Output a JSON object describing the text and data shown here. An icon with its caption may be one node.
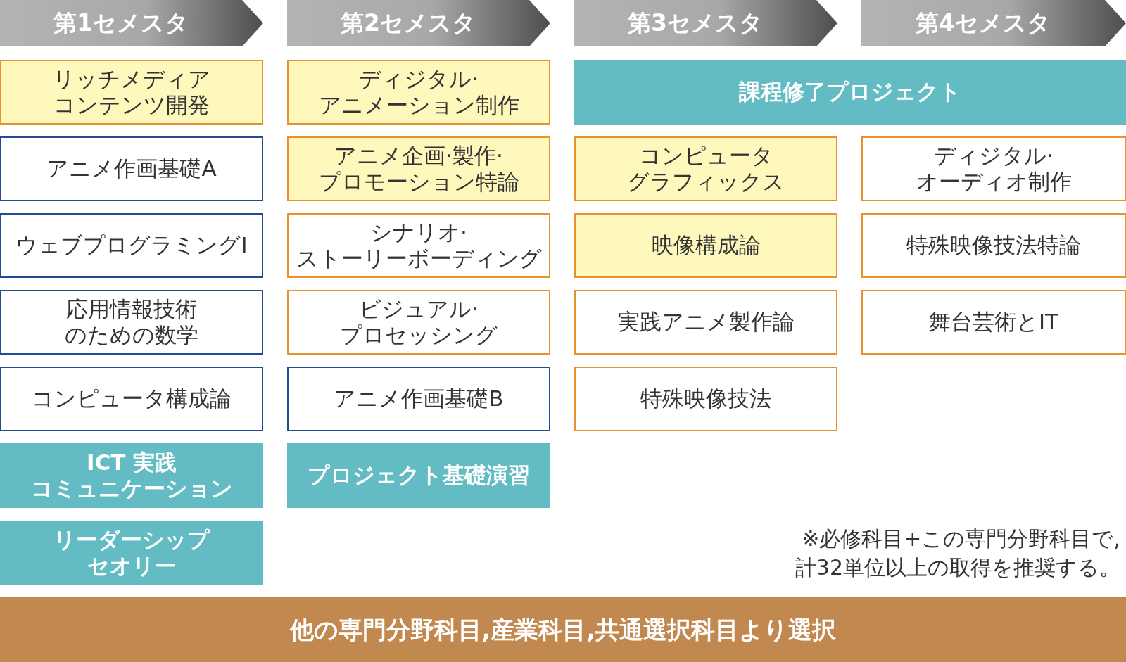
{
  "diagram": {
    "nodes": [
      {
        "text": [
          "第1セメスタ"
        ]
      },
      {
        "text": [
          "第2セメスタ"
        ]
      },
      {
        "text": [
          "第3セメスタ"
        ]
      },
      {
        "text": [
          "第4セメスタ"
        ]
      },
      {
        "text": [
          "リッチメディアコンテンツ開発"
        ]
      },
      {
        "text": [
          "ディジタル·アニメーション制作"
        ]
      },
      {
        "text": [
          "課程修了プロジェクト"
        ]
      },
      {
        "text": [
          "アニメ作画基礎A"
        ]
      },
      {
        "text": [
          "アニメ企画·製作·プロモーション特論"
        ]
      },
      {
        "text": [
          "コンピュータグラフィックス"
        ]
      },
      {
        "text": [
          "ディジタル·オーディオ制作"
        ]
      },
      {
        "text": [
          "ウェブプログラミングⅠ"
        ]
      },
      {
        "text": [
          "シナリオ·ストーリーボーディング"
        ]
      },
      {
        "text": [
          "映像構成論"
        ]
      },
      {
        "text": [
          "特殊映像技法特論"
        ]
      },
      {
        "text": [
          "応用情報技術のための数学"
        ]
      },
      {
        "text": [
          "ビジュアル·プロセッシング"
        ]
      },
      {
        "text": [
          "実践アニメ製作論"
        ]
      },
      {
        "text": [
          "舞台芸術とIT"
        ]
      },
      {
        "text": [
          "コンピュータ構成論"
        ]
      },
      {
        "text": [
          "アニメ作画基礎B"
        ]
      },
      {
        "text": [
          "特殊映像技法"
        ]
      },
      {
        "text": [
          "ICT 実践コミュニケーション"
        ]
      },
      {
        "text": [
          "プロジェクト基礎演習"
        ]
      },
      {
        "text": [
          "リーダーシップセオリー"
        ]
      },
      {
        "text": [
          "他の専門分野科目,産業科目,共通選択科目より選択"
        ]
      }
    ],
    "labels": [
      "※必修科目+この専門分野科目で,計32単位以上の取得を推奨する。"
    ]
  }
}
